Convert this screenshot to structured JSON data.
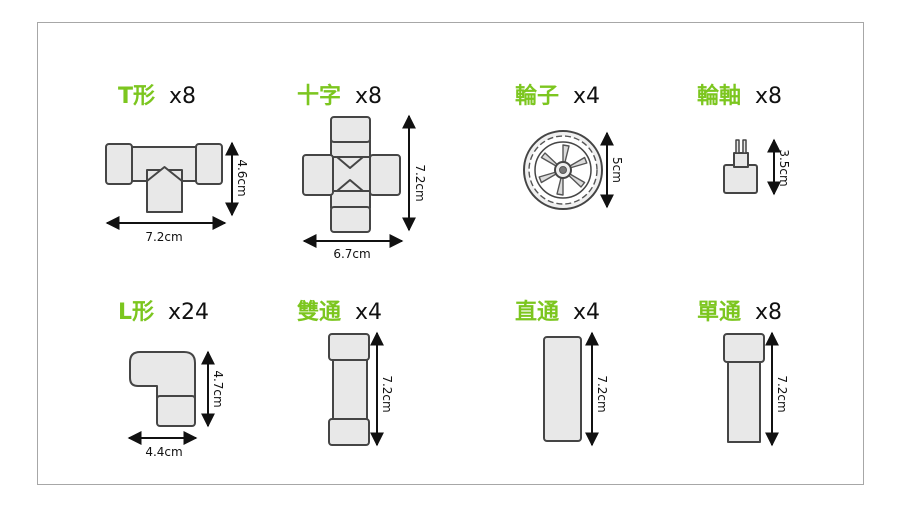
{
  "parts": [
    {
      "id": "t",
      "name": "T形",
      "qty": "x8",
      "dims": [
        "4.6cm",
        "7.2cm"
      ]
    },
    {
      "id": "cross",
      "name": "十字",
      "qty": "x8",
      "dims": [
        "7.2cm",
        "6.7cm"
      ]
    },
    {
      "id": "wheel",
      "name": "輪子",
      "qty": "x4",
      "dims": [
        "5cm"
      ]
    },
    {
      "id": "axle",
      "name": "輪軸",
      "qty": "x8",
      "dims": [
        "3.5cm"
      ]
    },
    {
      "id": "l",
      "name": "L形",
      "qty": "x24",
      "dims": [
        "4.7cm",
        "4.4cm"
      ]
    },
    {
      "id": "double",
      "name": "雙通",
      "qty": "x4",
      "dims": [
        "7.2cm"
      ]
    },
    {
      "id": "straight",
      "name": "直通",
      "qty": "x4",
      "dims": [
        "7.2cm"
      ]
    },
    {
      "id": "single",
      "name": "單通",
      "qty": "x8",
      "dims": [
        "7.2cm"
      ]
    }
  ],
  "colors": {
    "accent": "#7cc61f",
    "piece_fill": "#e8e8e8",
    "piece_stroke": "#454545"
  }
}
